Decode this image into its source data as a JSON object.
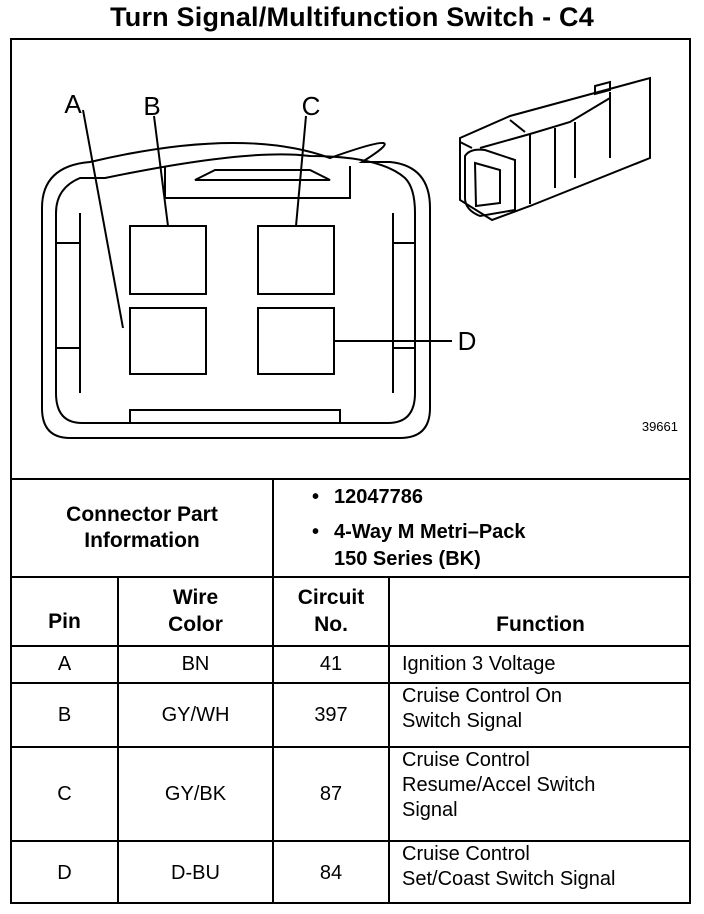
{
  "title": "Turn Signal/Multifunction Switch - C4",
  "diagram": {
    "figure_number": "39661",
    "pin_labels": [
      "A",
      "B",
      "C",
      "D"
    ]
  },
  "connector_info": {
    "label_line1": "Connector Part",
    "label_line2": "Information",
    "part_number": "12047786",
    "description_line1": "4-Way M Metri–Pack",
    "description_line2": "150 Series (BK)",
    "bullet": "•"
  },
  "table": {
    "headers": {
      "pin": "Pin",
      "wire_color_line1": "Wire",
      "wire_color_line2": "Color",
      "circuit_line1": "Circuit",
      "circuit_line2": "No.",
      "function": "Function"
    },
    "rows": [
      {
        "pin": "A",
        "wire_color": "BN",
        "circuit": "41",
        "function_lines": [
          "Ignition 3 Voltage"
        ]
      },
      {
        "pin": "B",
        "wire_color": "GY/WH",
        "circuit": "397",
        "function_lines": [
          "Cruise Control On",
          "Switch Signal"
        ]
      },
      {
        "pin": "C",
        "wire_color": "GY/BK",
        "circuit": "87",
        "function_lines": [
          "Cruise Control",
          "Resume/Accel Switch",
          "Signal"
        ]
      },
      {
        "pin": "D",
        "wire_color": "D-BU",
        "circuit": "84",
        "function_lines": [
          "Cruise Control",
          "Set/Coast Switch Signal"
        ]
      }
    ]
  }
}
